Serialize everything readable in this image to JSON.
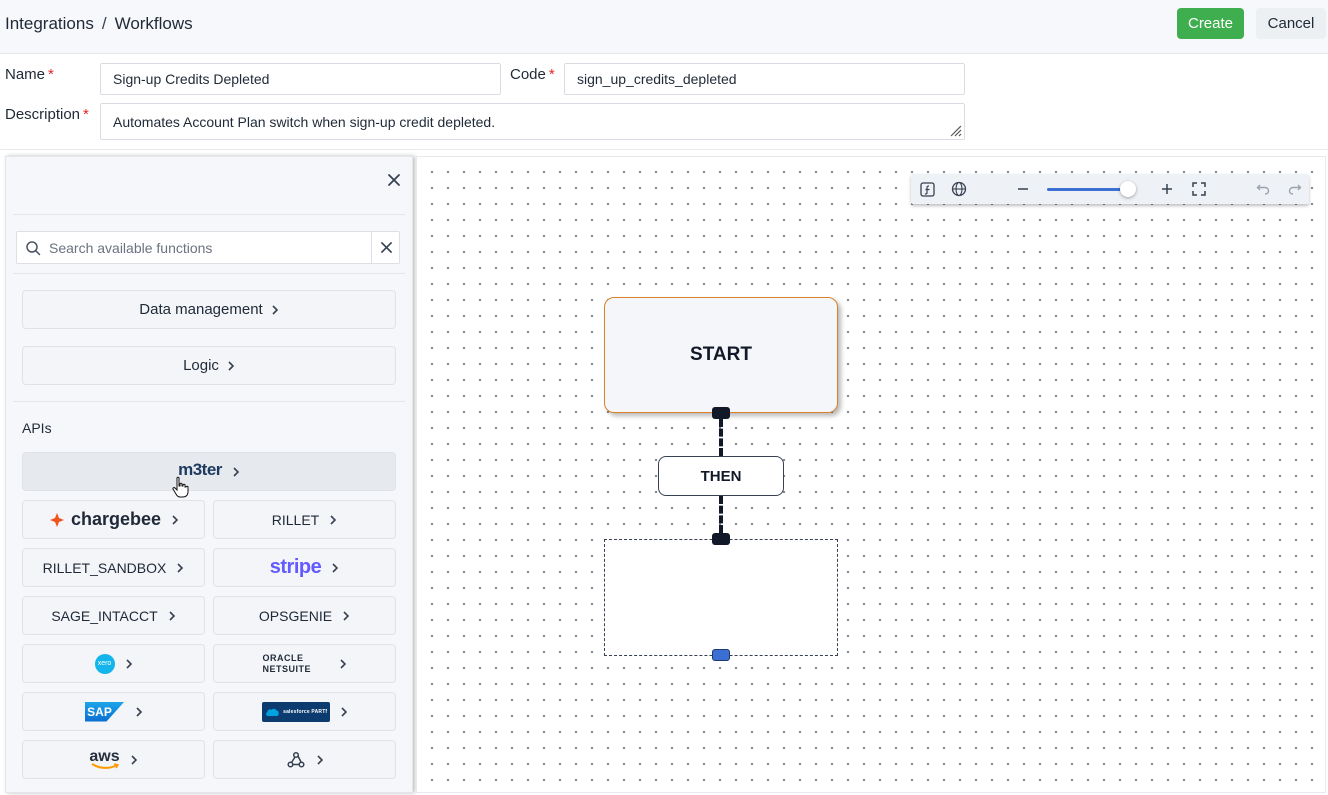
{
  "breadcrumb": {
    "items": [
      "Integrations",
      "Workflows"
    ],
    "separator": "/"
  },
  "header": {
    "create_label": "Create",
    "cancel_label": "Cancel"
  },
  "form": {
    "name_label": "Name",
    "name_value": "Sign-up Credits Depleted",
    "code_label": "Code",
    "code_value": "sign_up_credits_depleted",
    "description_label": "Description",
    "description_value": "Automates Account Plan switch when sign-up credit depleted.",
    "required_mark": "*"
  },
  "panel": {
    "close_icon": "close-icon",
    "search_placeholder": "Search available functions",
    "categories": [
      {
        "label": "Data management"
      },
      {
        "label": "Logic"
      }
    ],
    "apis_label": "APIs",
    "apis": [
      {
        "label": "m3ter",
        "kind": "logo"
      },
      {
        "label": "chargebee",
        "kind": "logo"
      },
      {
        "label": "RILLET",
        "kind": "text"
      },
      {
        "label": "RILLET_SANDBOX",
        "kind": "text"
      },
      {
        "label": "stripe",
        "kind": "logo"
      },
      {
        "label": "SAGE_INTACCT",
        "kind": "text"
      },
      {
        "label": "OPSGENIE",
        "kind": "text"
      },
      {
        "label": "xero",
        "kind": "logo"
      },
      {
        "label": "ORACLE NETSUITE",
        "kind": "logo"
      },
      {
        "label": "SAP",
        "kind": "logo"
      },
      {
        "label": "salesforce PARTNER",
        "kind": "logo"
      },
      {
        "label": "aws",
        "kind": "logo"
      },
      {
        "label": "webhook",
        "kind": "icon"
      }
    ]
  },
  "canvas": {
    "toolbar": {
      "icons": [
        "function-icon",
        "globe-icon",
        "zoom-out-icon",
        "zoom-in-icon",
        "fullscreen-icon",
        "undo-icon",
        "redo-icon"
      ],
      "zoom_level": 0.9
    },
    "nodes": {
      "start_label": "START",
      "then_label": "THEN"
    }
  },
  "colors": {
    "create_green": "#3fae4f",
    "start_border": "#d9822b",
    "accent_blue": "#3b6fd4",
    "required_red": "#dc2626"
  }
}
